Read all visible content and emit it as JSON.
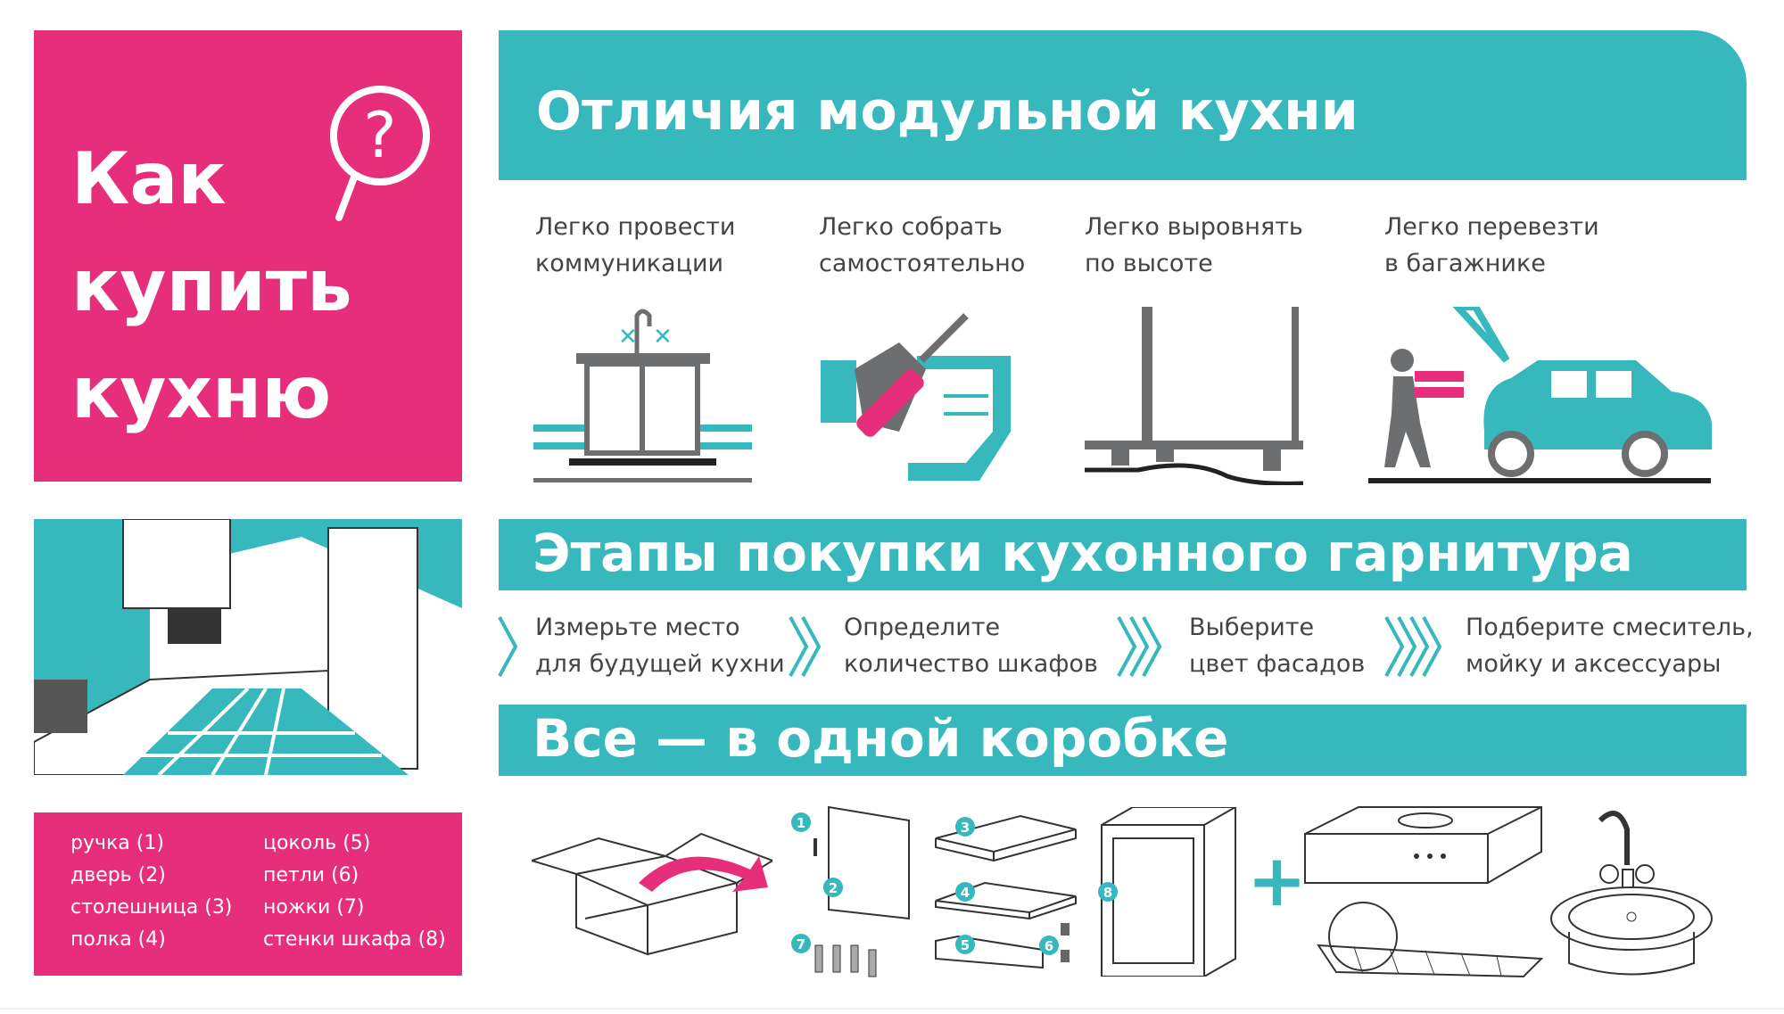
{
  "left_panel": {
    "title_lines": [
      "Как",
      "купить",
      "кухню"
    ],
    "icon": "question-bubble-icon"
  },
  "header": {
    "title": "Отличия модульной кухни"
  },
  "features": [
    {
      "lines": [
        "Легко  провести",
        "коммуникации"
      ],
      "icon": "sink-pipes-icon"
    },
    {
      "lines": [
        "Легко собрать",
        "самостоятельно"
      ],
      "icon": "screwdriver-instructions-icon"
    },
    {
      "lines": [
        "Легко выровнять",
        "по высоте"
      ],
      "icon": "adjustable-legs-icon"
    },
    {
      "lines": [
        "Легко перевезти",
        "в багажнике"
      ],
      "icon": "car-trunk-icon"
    }
  ],
  "stages": {
    "title": "Этапы покупки кухонного гарнитура",
    "steps": [
      {
        "lines": [
          "Измерьте место",
          "для будущей кухни"
        ]
      },
      {
        "lines": [
          "Определите",
          "количество шкафов"
        ]
      },
      {
        "lines": [
          "Выберите",
          "цвет фасадов"
        ]
      },
      {
        "lines": [
          "Подберите смеситель,",
          "мойку и аксессуары"
        ]
      }
    ]
  },
  "box": {
    "title": "Все — в одной коробке",
    "parts_numbers": [
      "1",
      "2",
      "3",
      "4",
      "5",
      "6",
      "7",
      "8"
    ],
    "plus": "+"
  },
  "legend": {
    "left": [
      "ручка (1)",
      "дверь (2)",
      "столешница (3)",
      "полка (4)"
    ],
    "right": [
      "цоколь (5)",
      "петли (6)",
      "ножки (7)",
      "стенки шкафа (8)"
    ]
  },
  "colors": {
    "pink": "#e62e7b",
    "teal": "#36b8bd",
    "gray": "#6d6e70"
  }
}
